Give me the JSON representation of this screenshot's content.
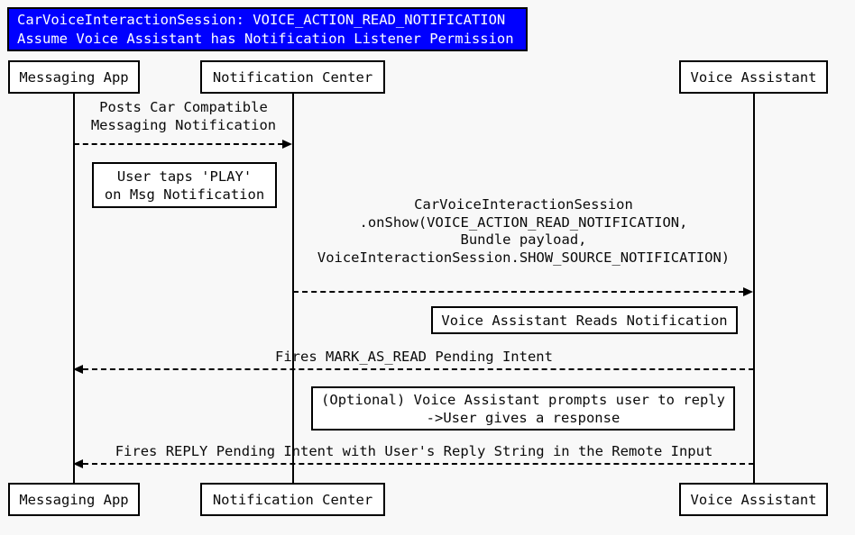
{
  "title": {
    "line1": "CarVoiceInteractionSession: VOICE_ACTION_READ_NOTIFICATION",
    "line2": "Assume Voice Assistant has Notification Listener Permission"
  },
  "actors": [
    {
      "name": "Messaging App"
    },
    {
      "name": "Notification Center"
    },
    {
      "name": "Voice Assistant"
    }
  ],
  "messages": [
    {
      "from": "Messaging App",
      "to": "Notification Center",
      "direction": "right",
      "line_style": "dashed",
      "lines": [
        "Posts Car Compatible",
        "Messaging Notification"
      ]
    },
    {
      "from": "Notification Center",
      "to": "Voice Assistant",
      "direction": "right",
      "line_style": "dashed",
      "lines": [
        "CarVoiceInteractionSession",
        ".onShow(VOICE_ACTION_READ_NOTIFICATION,",
        "Bundle payload,",
        "VoiceInteractionSession.SHOW_SOURCE_NOTIFICATION)"
      ]
    },
    {
      "from": "Voice Assistant",
      "to": "Messaging App",
      "direction": "left",
      "line_style": "dashed",
      "lines": [
        "Fires MARK_AS_READ Pending Intent"
      ]
    },
    {
      "from": "Voice Assistant",
      "to": "Messaging App",
      "direction": "left",
      "line_style": "dashed",
      "lines": [
        "Fires REPLY Pending Intent with User's Reply String in the Remote Input"
      ]
    }
  ],
  "notes": [
    {
      "lines": [
        "User taps 'PLAY'",
        "on Msg Notification"
      ]
    },
    {
      "lines": [
        "Voice Assistant Reads Notification"
      ]
    },
    {
      "lines": [
        "(Optional) Voice Assistant prompts user to reply",
        "->User gives a response"
      ]
    }
  ],
  "colors": {
    "background": "#f8f8f8",
    "title_bg": "#0000ff",
    "title_text": "#ffffff",
    "box_bg": "#ffffff",
    "border": "#000000",
    "text": "#0a0a0a"
  }
}
